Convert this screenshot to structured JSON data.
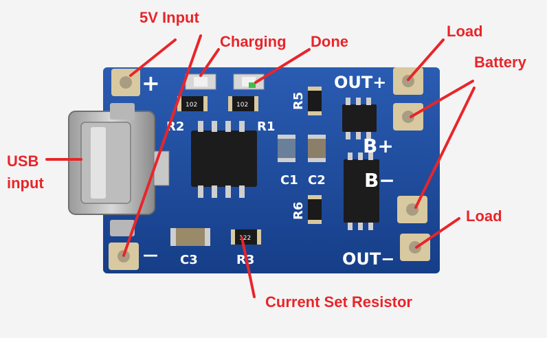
{
  "annotations": {
    "five_v_input": "5V Input",
    "charging": "Charging",
    "done": "Done",
    "load_top": "Load",
    "battery": "Battery",
    "usb_line1": "USB",
    "usb_line2": "input",
    "load_bottom": "Load",
    "current_set_resistor": "Current Set Resistor"
  },
  "silkscreen": {
    "plus": "+",
    "minus": "—",
    "out_plus": "OUT+",
    "b_plus": "B+",
    "b_minus": "B−",
    "out_minus": "OUT−",
    "r1": "R1",
    "r2": "R2",
    "r3": "R3",
    "r5": "R5",
    "r6": "R6",
    "c1": "C1",
    "c2": "C2",
    "c3": "C3",
    "code_102": "102",
    "code_122": "122"
  },
  "colors": {
    "pcb": "#1e4fa3",
    "pad": "#d9c9a0",
    "annotation": "#e8252a",
    "chip": "#1c1c1c"
  }
}
